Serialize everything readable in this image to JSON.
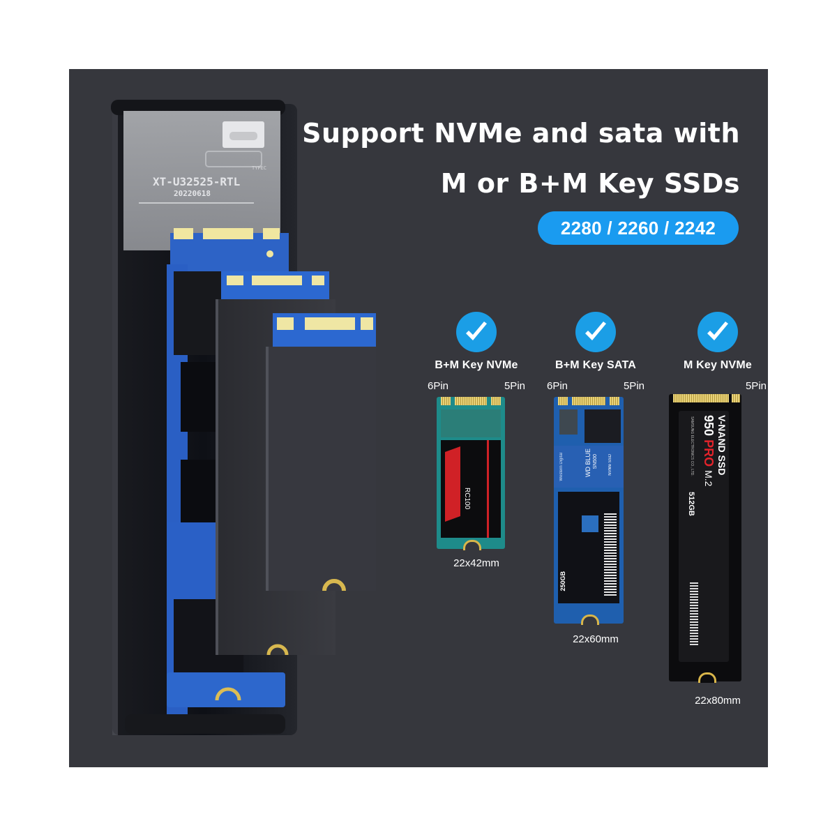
{
  "headline": {
    "line1": "Support NVMe and sata with",
    "line2": "M or B+M Key SSDs"
  },
  "size_badge": "2280 / 2260 / 2242",
  "colors": {
    "panel_bg": "#36373d",
    "accent_blue": "#1a9bf0",
    "check_blue": "#1b9ee6",
    "text": "#ffffff"
  },
  "enclosure": {
    "board_model": "XT-U32525-RTL",
    "board_date": "20220618",
    "port_label": "TYPEC"
  },
  "ssd_types": [
    {
      "icon": "check-circle-icon",
      "label": "B+M Key NVMe",
      "pin_left": "6Pin",
      "pin_right": "5Pin",
      "drive_label": "RC100",
      "dimensions": "22x42mm"
    },
    {
      "icon": "check-circle-icon",
      "label": "B+M Key SATA",
      "pin_left": "6Pin",
      "pin_right": "5Pin",
      "drive_brand": "Western Digital",
      "drive_label": "WD BLUE",
      "drive_model": "SN500",
      "drive_sub": "NVMe SSD",
      "drive_capacity": "250GB",
      "dimensions": "22x60mm"
    },
    {
      "icon": "check-circle-icon",
      "label": "M Key NVMe",
      "pin_left": "",
      "pin_right": "5Pin",
      "drive_line1": "V-NAND SSD",
      "drive_line2_a": "950",
      "drive_line2_b": "PRO",
      "drive_line2_c": "M.2",
      "drive_capacity": "512GB",
      "drive_maker": "SAMSUNG ELECTRONICS CO., LTD.",
      "dimensions": "22x80mm"
    }
  ]
}
